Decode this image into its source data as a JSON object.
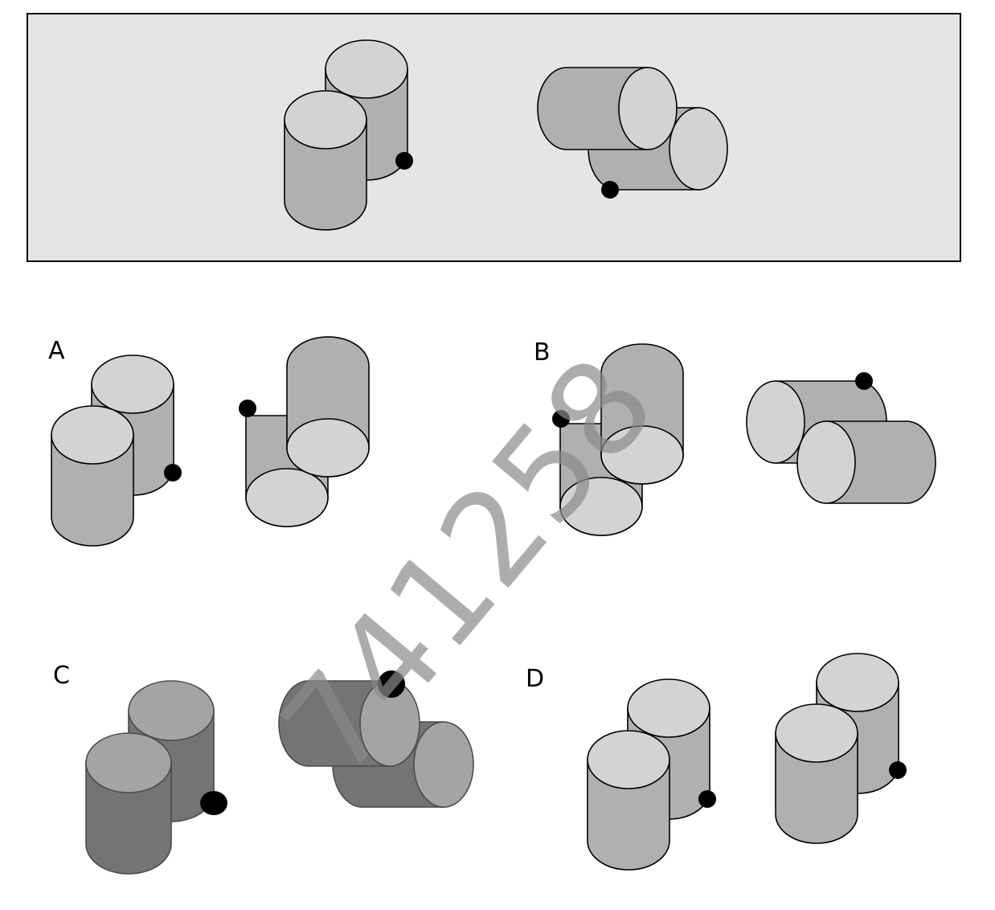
{
  "colors": {
    "panel_fill": "#e5e5e5",
    "side_light": "#b0b0b0",
    "face_light": "#d3d3d3",
    "side_dark": "#747474",
    "face_dark": "#a4a4a4",
    "stroke": "#000000",
    "stroke_dark": "#4a4a4a",
    "dot": "#000000"
  },
  "options": [
    {
      "letter": "A"
    },
    {
      "letter": "B"
    },
    {
      "letter": "C"
    },
    {
      "letter": "D"
    }
  ],
  "watermark": "741258"
}
